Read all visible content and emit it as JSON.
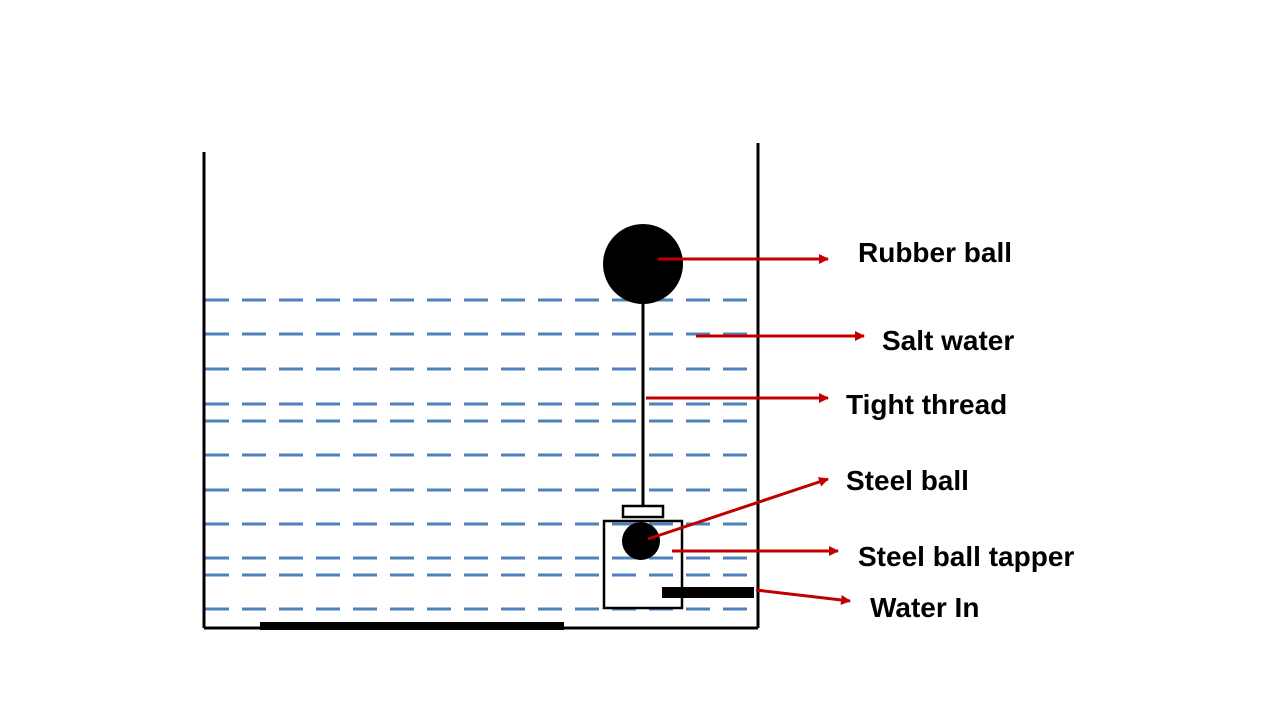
{
  "labels": {
    "rubber_ball": "Rubber ball",
    "salt_water": "Salt water",
    "tight_thread": "Tight thread",
    "steel_ball": "Steel ball",
    "steel_ball_tapper": "Steel ball tapper",
    "water_in": "Water In"
  },
  "colors": {
    "water_dash": "#4f81bd",
    "arrow": "#c00000",
    "outline": "#000000"
  }
}
